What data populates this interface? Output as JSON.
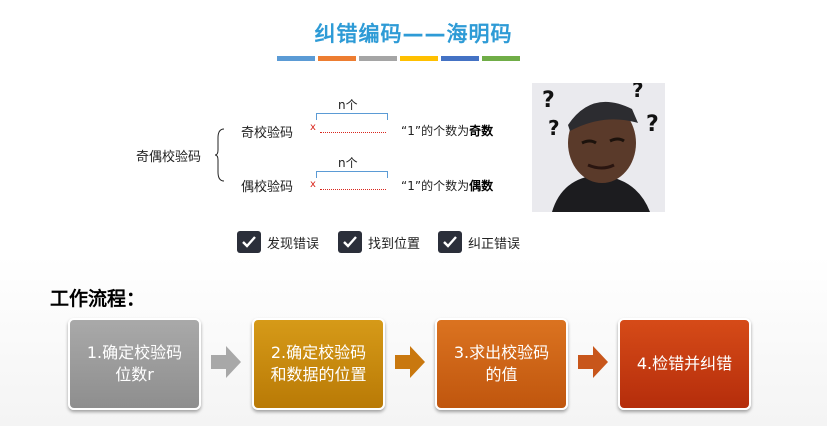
{
  "title": "纠错编码——海明码",
  "title_bar_colors": [
    "#5b9bd5",
    "#ed7d31",
    "#a5a5a5",
    "#ffc000",
    "#4472c4",
    "#70ad47"
  ],
  "diagram": {
    "root_label": "奇偶校验码",
    "odd": {
      "label": "奇校验码",
      "n": "n个",
      "x": "x",
      "meaning_prefix": "“1”的个数为",
      "meaning_bold": "奇数"
    },
    "even": {
      "label": "偶校验码",
      "n": "n个",
      "x": "x",
      "meaning_prefix": "“1”的个数为",
      "meaning_bold": "偶数"
    }
  },
  "checks": [
    {
      "label": "发现错误"
    },
    {
      "label": "找到位置"
    },
    {
      "label": "纠正错误"
    }
  ],
  "subtitle": "工作流程：",
  "steps": [
    {
      "label": "1.确定校验码位数r",
      "color": "#9a9a9a"
    },
    {
      "label": "2.确定校验码和数据的位置",
      "color": "#c8890c"
    },
    {
      "label": "3.求出校验码的值",
      "color": "#cc6212"
    },
    {
      "label": "4.检错并纠错",
      "color": "#c6380e"
    }
  ],
  "arrow_colors": [
    "#a8a8a8",
    "#c9780f",
    "#c8561b"
  ]
}
